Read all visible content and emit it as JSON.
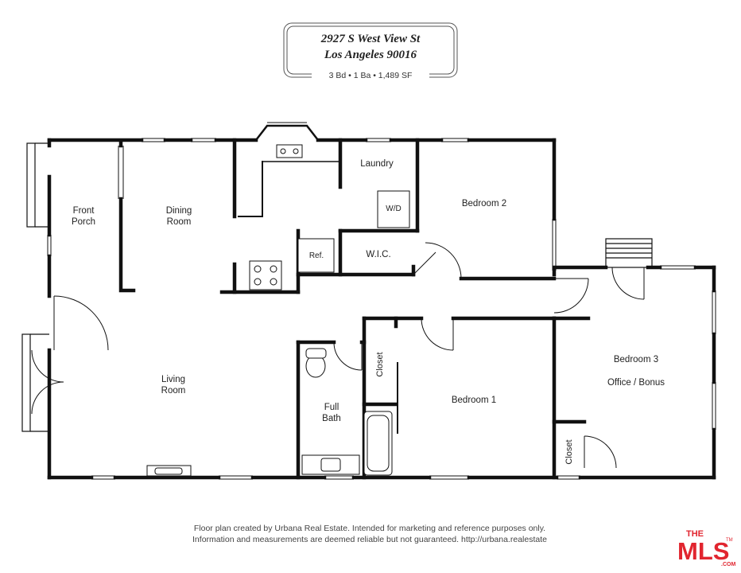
{
  "header": {
    "address_line1": "2927 S West View St",
    "address_line2": "Los Angeles 90016",
    "summary": "3 Bd • 1 Ba • 1,489 SF"
  },
  "rooms": {
    "front_porch_1": "Front",
    "front_porch_2": "Porch",
    "dining_1": "Dining",
    "dining_2": "Room",
    "laundry": "Laundry",
    "washer_dryer": "W/D",
    "bedroom2": "Bedroom 2",
    "refrigerator": "Ref.",
    "wic": "W.I.C.",
    "living_1": "Living",
    "living_2": "Room",
    "closet_bed1": "Closet",
    "full_bath_1": "Full",
    "full_bath_2": "Bath",
    "bedroom1": "Bedroom 1",
    "bedroom3": "Bedroom 3",
    "bedroom3_sub": "Office / Bonus",
    "closet_bed3": "Closet"
  },
  "footer": {
    "line1": "Floor plan created by Urbana Real Estate. Intended for marketing and reference purposes only.",
    "line2": "Information and measurements are deemed reliable but not guaranteed. http://urbana.realestate"
  },
  "logo": {
    "the": "THE",
    "mls": "MLS",
    "tm": "TM",
    "com": ".COM",
    "color": "#e1252f"
  },
  "colors": {
    "wall": "#111111",
    "accent": "#e1252f"
  }
}
